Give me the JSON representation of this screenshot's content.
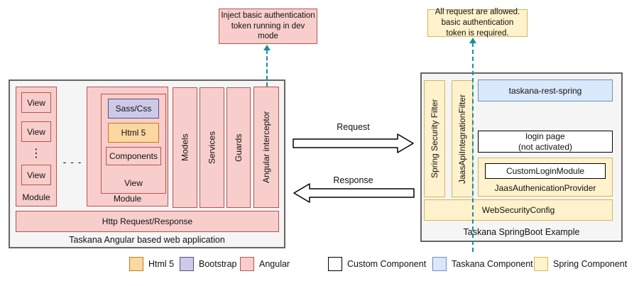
{
  "annotations": {
    "left_note": "Inject basic authentication\ntoken running in dev\nmode",
    "right_note": "All request are allowed.\nbasic authentication\ntoken is required."
  },
  "angular_app": {
    "title": "Taskana Angular based web application",
    "module1": {
      "label": "Module",
      "views": [
        "View",
        "View",
        "View"
      ],
      "ellipsis": "⋮"
    },
    "between_modules": "- - -",
    "module2": {
      "label": "Module",
      "view_label": "View",
      "sass_css": "Sass/Css",
      "html5": "Html 5",
      "components": "Components"
    },
    "columns": [
      "Models",
      "Services",
      "Guards",
      "Angular interceptor"
    ],
    "http_bar": "Http Request/Response"
  },
  "arrows": {
    "request": "Request",
    "response": "Response"
  },
  "spring_app": {
    "title": "Taskana SpringBoot Example",
    "filters": [
      "Spring Security Filter",
      "JaasApiIntegrationFilter"
    ],
    "taskana_rest": "taskana-rest-spring",
    "login_page": "login page\n(not activated)",
    "custom_login": "CustomLoginModule",
    "jaas_provider": "JaasAuthenicationProvider",
    "web_security": "WebSecurityConfig"
  },
  "legend": [
    {
      "label": "Html 5",
      "color": "#fbd7a1",
      "border": "#c8791d"
    },
    {
      "label": "Bootstrap",
      "color": "#cdcae9",
      "border": "#56517e"
    },
    {
      "label": "Angular",
      "color": "#f8cecc",
      "border": "#b85450"
    },
    {
      "label": "Custom Component",
      "color": "#ffffff",
      "border": "#000000"
    },
    {
      "label": "Taskana Component",
      "color": "#dae8fc",
      "border": "#6c8ebf"
    },
    {
      "label": "Spring Component",
      "color": "#fff2cc",
      "border": "#d6b656"
    }
  ],
  "colors": {
    "container_fill": "#f5f5f5",
    "container_border": "#666666",
    "dashed_connector": "#1a8e9e"
  }
}
